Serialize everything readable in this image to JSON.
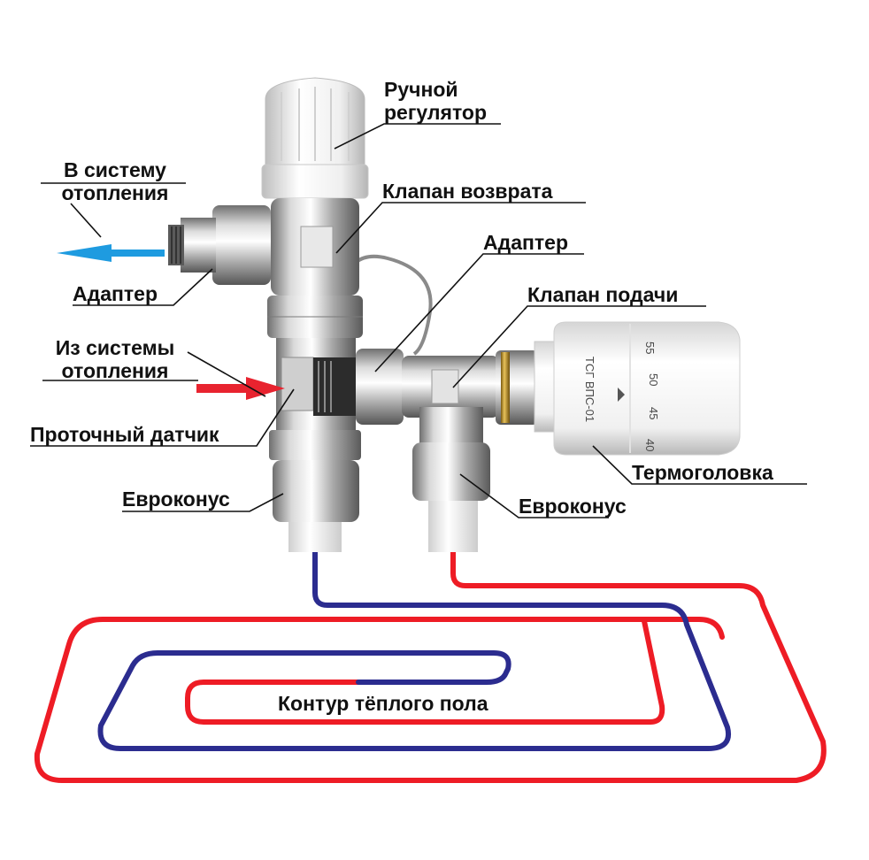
{
  "labels": {
    "manual_regulator": "Ручной\nрегулятор",
    "to_heating_system": "В систему\nотопления",
    "return_valve": "Клапан возврата",
    "adapter_top": "Адаптер",
    "adapter_left": "Адаптер",
    "supply_valve": "Клапан подачи",
    "from_heating_system": "Из системы\nотопления",
    "flow_sensor": "Проточный датчик",
    "thermal_head": "Термоголовка",
    "euroconus_left": "Евроконус",
    "euroconus_right": "Евроконус",
    "floor_loop": "Контур тёплого пола"
  },
  "thermal_head_markings": {
    "brand": "ТСГ ВПС-01",
    "scale": [
      "55",
      "50",
      "45",
      "40"
    ]
  },
  "colors": {
    "outflow_arrow": "#1e9be0",
    "inflow_arrow": "#e8232f",
    "hot_pipe": "#ee1c25",
    "cold_pipe": "#2b2c8f",
    "leader_line": "#111111"
  }
}
